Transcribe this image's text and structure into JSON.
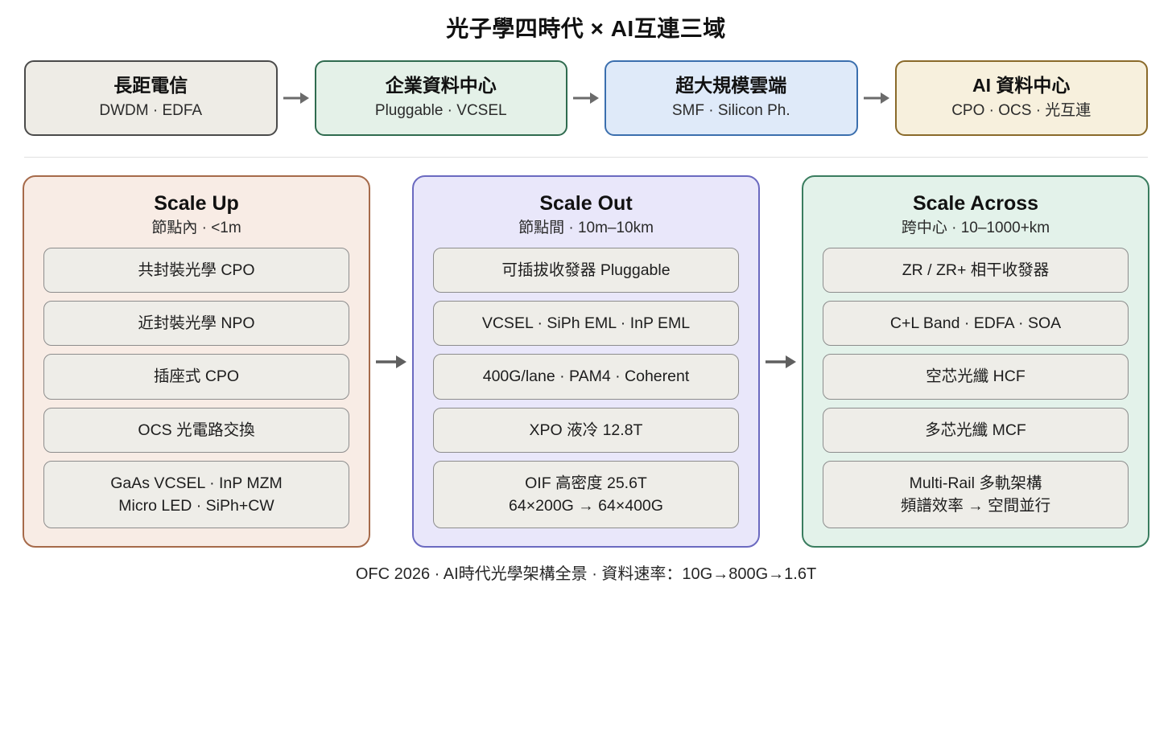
{
  "page": {
    "title": "光子學四時代 × AI互連三域",
    "footer": "OFC 2026 · AI時代光學架構全景 · 資料速率：10G→800G→1.6T"
  },
  "colors": {
    "era_1_fill": "#eeece6",
    "era_1_border": "#4a4a4a",
    "era_2_fill": "#e4f1e8",
    "era_2_border": "#2f6b4f",
    "era_3_fill": "#dfeaf9",
    "era_3_border": "#3b6fae",
    "era_4_fill": "#f7f0dd",
    "era_4_border": "#8a6a2a",
    "scale_up_fill": "#f8ece5",
    "scale_up_border": "#a66a4a",
    "scale_out_fill": "#e9e7fa",
    "scale_out_border": "#6b6ac0",
    "scale_across_fill": "#e3f2ea",
    "scale_across_border": "#3a7d5f",
    "chip_fill": "#eeedE8",
    "chip_border": "#8d8d8d",
    "arrow": "#5f5f5f",
    "divider": "#e1e1e1"
  },
  "eras": [
    {
      "title": "長距電信",
      "sub": "DWDM · EDFA"
    },
    {
      "title": "企業資料中心",
      "sub": "Pluggable · VCSEL"
    },
    {
      "title": "超大規模雲端",
      "sub": "SMF · Silicon Ph."
    },
    {
      "title": "AI 資料中心",
      "sub": "CPO · OCS · 光互連"
    }
  ],
  "scales": [
    {
      "title": "Scale Up",
      "sub": "節點內 · <1m",
      "chips": [
        {
          "l1": "共封裝光學 CPO",
          "l2": ""
        },
        {
          "l1": "近封裝光學 NPO",
          "l2": ""
        },
        {
          "l1": "插座式 CPO",
          "l2": ""
        },
        {
          "l1": "OCS 光電路交換",
          "l2": ""
        },
        {
          "l1": "GaAs VCSEL · InP MZM",
          "l2": "Micro LED · SiPh+CW"
        }
      ]
    },
    {
      "title": "Scale Out",
      "sub": "節點間 · 10m–10km",
      "chips": [
        {
          "l1": "可插拔收發器 Pluggable",
          "l2": ""
        },
        {
          "l1": "VCSEL · SiPh EML · InP EML",
          "l2": ""
        },
        {
          "l1": "400G/lane · PAM4 · Coherent",
          "l2": ""
        },
        {
          "l1": "XPO 液冷 12.8T",
          "l2": ""
        },
        {
          "l1": "OIF 高密度 25.6T",
          "l2": "64×200G → 64×400G"
        }
      ]
    },
    {
      "title": "Scale Across",
      "sub": "跨中心 · 10–1000+km",
      "chips": [
        {
          "l1": "ZR / ZR+ 相干收發器",
          "l2": ""
        },
        {
          "l1": "C+L Band · EDFA · SOA",
          "l2": ""
        },
        {
          "l1": "空芯光纖 HCF",
          "l2": ""
        },
        {
          "l1": "多芯光纖 MCF",
          "l2": ""
        },
        {
          "l1": "Multi-Rail 多軌架構",
          "l2": "頻譜效率 → 空間並行"
        }
      ]
    }
  ],
  "icons": {
    "flow_arrow": "arrow-right-icon"
  }
}
